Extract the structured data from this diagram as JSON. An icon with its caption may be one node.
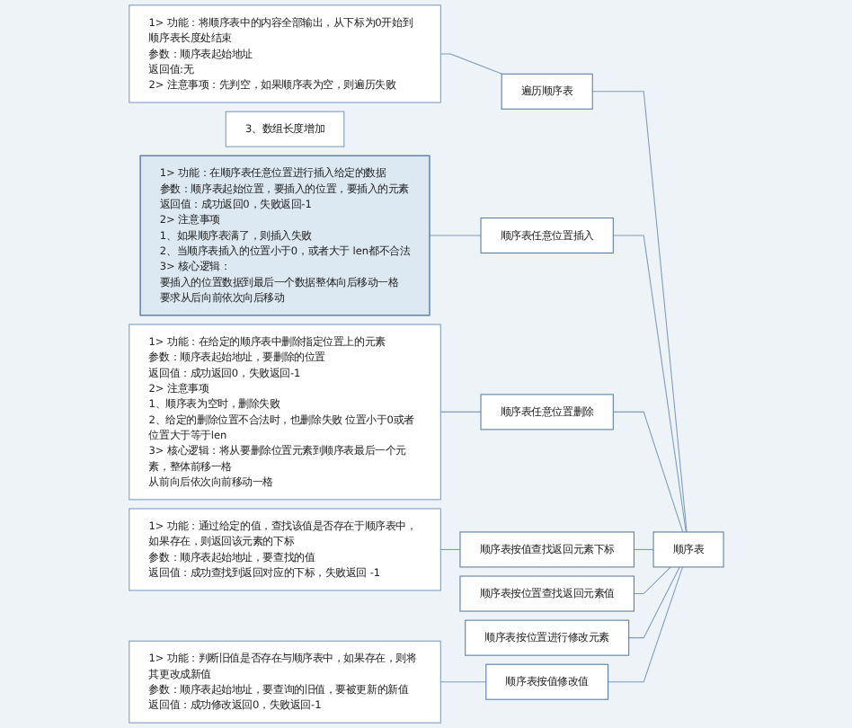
{
  "diagram": {
    "nodes": [
      {
        "text": [
          "3、数组长度增加"
        ]
      },
      {
        "text": [
          "顺序表"
        ]
      },
      {
        "text": [
          "遍历顺序表"
        ]
      },
      {
        "text": [
          "1> 功能：将顺序表中的内容全部输出，从下标为0开始到顺序表长度处结束",
          "参数：顺序表起始地址",
          "返回值:无",
          "2> 注意事项：先判空，如果顺序表为空，则遍历失败"
        ]
      },
      {
        "text": [
          "顺序表任意位置插入"
        ]
      },
      {
        "text": [
          "1> 功能：在顺序表任意位置进行插入给定的数据",
          "参数：顺序表起始位置，要插入的位置，要插入的元素",
          "返回值：成功返回0，失败返回-1",
          "2> 注意事项",
          "1、如果顺序表满了，则插入失败",
          "2、当顺序表插入的位置小于0，或者大于 len都不合法",
          "3> 核心逻辑：",
          "要插入的位置数据到最后一个数据整体向后移动一格",
          "要求从后向前依次向后移动"
        ]
      },
      {
        "text": [
          "顺序表任意位置删除"
        ]
      },
      {
        "text": [
          "1> 功能：在给定的顺序表中删除指定位置上的元素",
          "参数：顺序表起始地址，要删除的位置",
          "返回值：成功返回0，失败返回-1",
          "2> 注意事项",
          "1、顺序表为空时，删除失败",
          "2、给定的删除位置不合法时，也删除失败 位置小于0或者位置大于等于len",
          "3> 核心逻辑：将从要删除位置元素到顺序表最后一个元素，整体前移一格",
          "从前向后依次向前移动一格"
        ]
      },
      {
        "text": [
          "顺序表按值查找返回元素下标"
        ]
      },
      {
        "text": [
          "1> 功能：通过给定的值，查找该值是否存在于顺序表中，如果存在，则返回该元素的下标",
          "参数：顺序表起始地址，要查找的值",
          "返回值：成功查找到返回对应的下标，失败返回 -1"
        ]
      },
      {
        "text": [
          "顺序表按位置查找返回元素值"
        ]
      },
      {
        "text": [
          "顺序表按位置进行修改元素"
        ]
      },
      {
        "text": [
          "顺序表按值修改值"
        ]
      },
      {
        "text": [
          "1> 功能：判断旧值是否存在与顺序表中，如果存在，则将其更改成新值",
          "参数：顺序表起始地址，要查询的旧值，要被更新的新值",
          "返回值：成功修改返回0，失败返回-1"
        ]
      }
    ],
    "edges": [
      {
        "from": 1,
        "to": 2,
        "arrow": "none"
      },
      {
        "from": 2,
        "to": 3,
        "arrow": "none"
      },
      {
        "from": 1,
        "to": 4,
        "arrow": "none"
      },
      {
        "from": 4,
        "to": 5,
        "arrow": "none"
      },
      {
        "from": 1,
        "to": 6,
        "arrow": "none"
      },
      {
        "from": 6,
        "to": 7,
        "arrow": "none"
      },
      {
        "from": 1,
        "to": 8,
        "arrow": "none"
      },
      {
        "from": 8,
        "to": 9,
        "arrow": "none"
      },
      {
        "from": 1,
        "to": 10,
        "arrow": "none"
      },
      {
        "from": 1,
        "to": 11,
        "arrow": "none"
      },
      {
        "from": 1,
        "to": 12,
        "arrow": "none"
      },
      {
        "from": 12,
        "to": 13,
        "arrow": "none"
      }
    ]
  }
}
